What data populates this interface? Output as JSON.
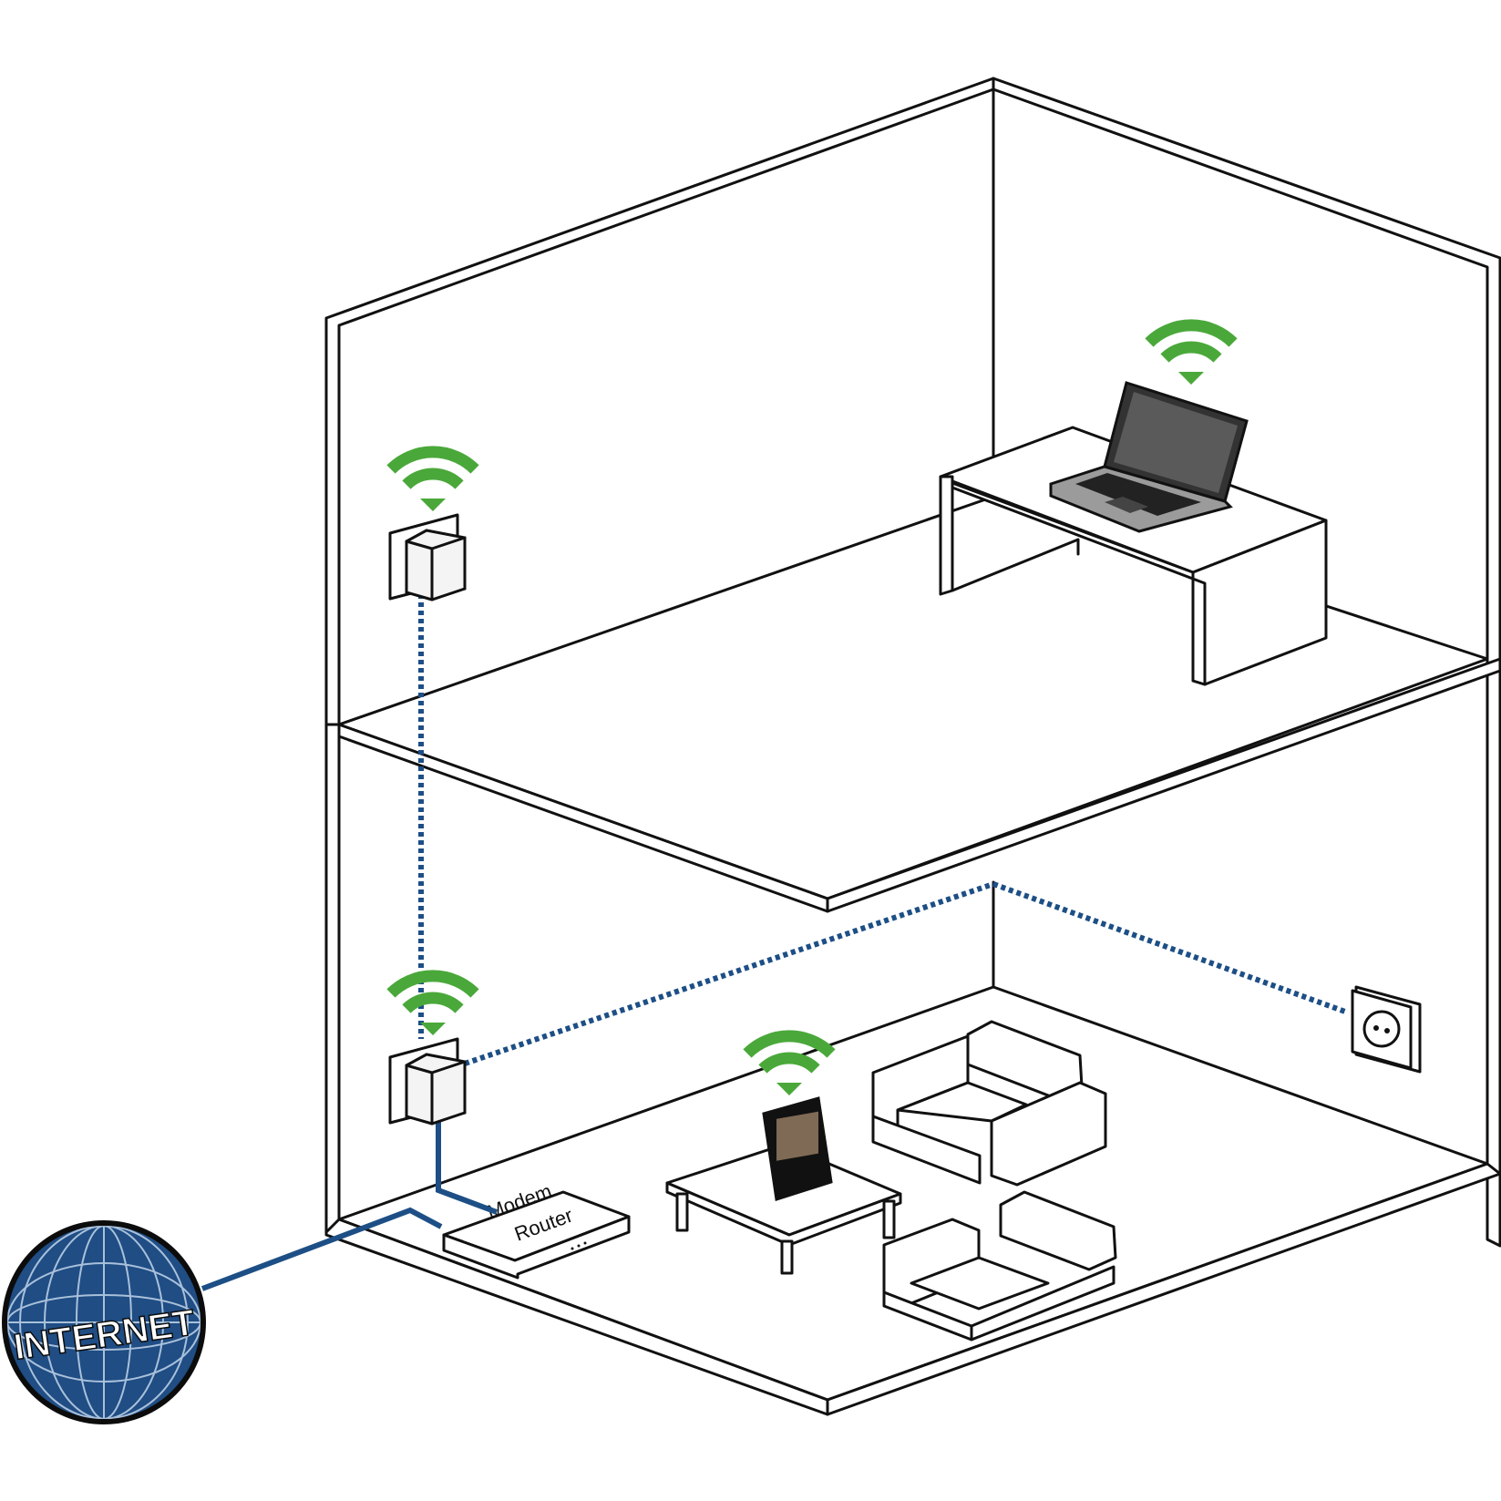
{
  "labels": {
    "internet": "INTERNET",
    "modem_line1": "Modem",
    "modem_line2": "Router"
  },
  "icons": {
    "globe": "globe-icon",
    "wifi": "wifi-icon",
    "powerline_adapter": "powerline-adapter-icon",
    "socket": "wall-socket-icon",
    "laptop": "laptop-icon",
    "tablet": "tablet-icon"
  },
  "colors": {
    "wifi_green": "#4aa83a",
    "network_blue": "#1d4f86",
    "globe_blue": "#1f4d84",
    "outline": "#111111"
  }
}
